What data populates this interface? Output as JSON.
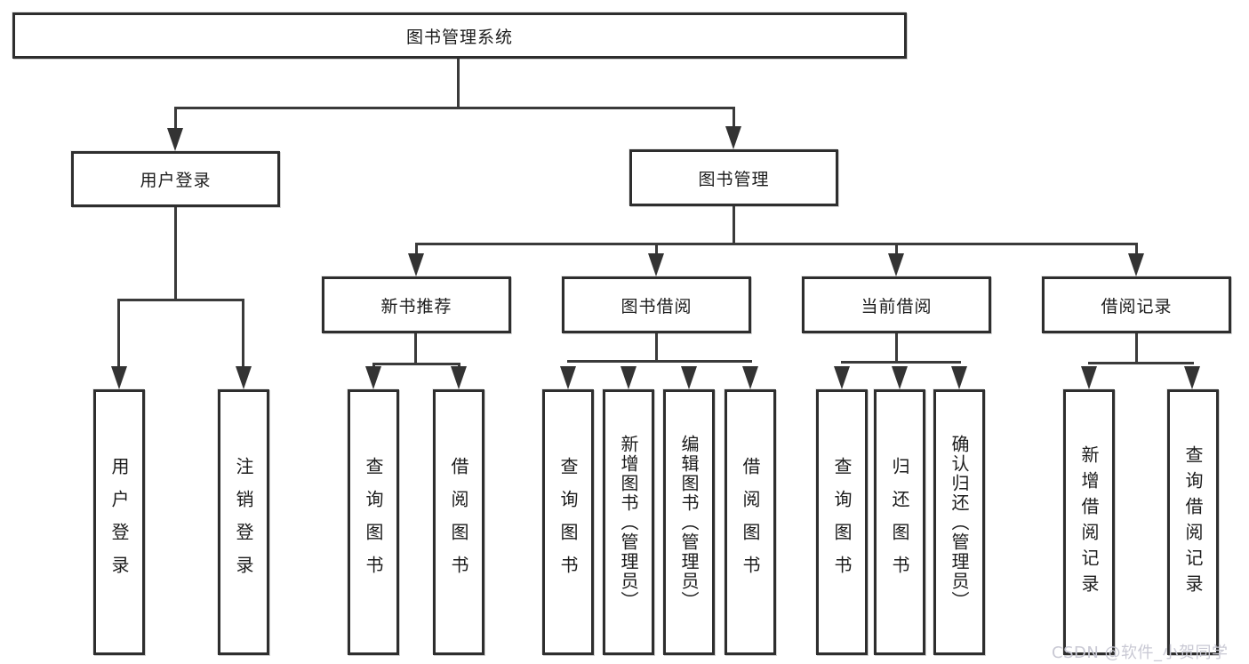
{
  "diagram": {
    "title": "图书管理系统",
    "root": {
      "label": "图书管理系统"
    },
    "level2": [
      {
        "label": "用户登录"
      },
      {
        "label": "图书管理"
      }
    ],
    "level3": [
      {
        "label": "新书推荐"
      },
      {
        "label": "图书借阅"
      },
      {
        "label": "当前借阅"
      },
      {
        "label": "借阅记录"
      }
    ],
    "leaves": {
      "login": [
        "用户登录",
        "注销登录"
      ],
      "new_books": [
        "查询图书",
        "借阅图书"
      ],
      "book_borrow": [
        "查询图书",
        "新增图书（管理员）",
        "编辑图书（管理员）",
        "借阅图书"
      ],
      "current_borrow": [
        "查询图书",
        "归还图书",
        "确认归还（管理员）"
      ],
      "borrow_records": [
        "新增借阅记录",
        "查询借阅记录"
      ]
    },
    "colors": {
      "line": "#3a3a3a",
      "border": "#2e2e2e",
      "text": "#1c1c1c",
      "background": "#ffffff",
      "watermark": "#c9c9d4"
    }
  },
  "watermark": {
    "text": "CSDN @软件_小贺同学"
  }
}
